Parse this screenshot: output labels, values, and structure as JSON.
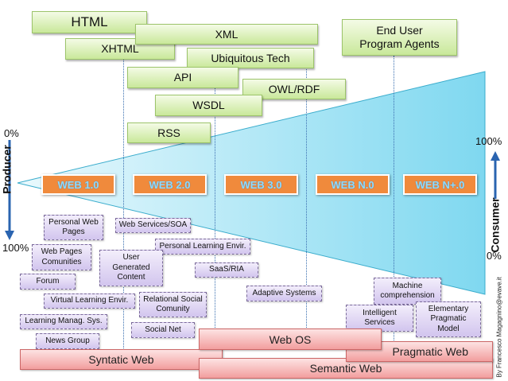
{
  "technologies": [
    "HTML",
    "XML",
    "XHTML",
    "Ubiquitous Tech",
    "API",
    "OWL/RDF",
    "WSDL",
    "RSS",
    "End User Program Agents"
  ],
  "eras": [
    "WEB 1.0",
    "WEB 2.0",
    "WEB 3.0",
    "WEB N.0",
    "WEB N+.0"
  ],
  "axes": {
    "producer": "Producer",
    "consumer": "Consumer",
    "producer_top": "0%",
    "producer_bottom": "100%",
    "consumer_top": "100%",
    "consumer_bottom": "0%"
  },
  "applications": [
    "Personal Web Pages",
    "Web Services/SOA",
    "Personal Learning Envir.",
    "Web Pages Comunities",
    "User Generated Content",
    "SaaS/RIA",
    "Forum",
    "Virtual Learning Envir.",
    "Relational Social Comunity",
    "Learning Manag. Sys.",
    "Social Net",
    "News Group",
    "Adaptive Systems",
    "Machine comprehension",
    "Intelligent Services",
    "Elementary Pragmatic Model"
  ],
  "webs": [
    "Syntatic Web",
    "Web OS",
    "Pragmatic Web",
    "Semantic Web"
  ],
  "credit": "By Francesco Magagnino@evave.it",
  "colors": {
    "technology": "#c9e89a",
    "era": "#f08a3c",
    "application": "#d2c5ee",
    "web": "#f29e9e",
    "triangle": "#7fd8f0"
  }
}
